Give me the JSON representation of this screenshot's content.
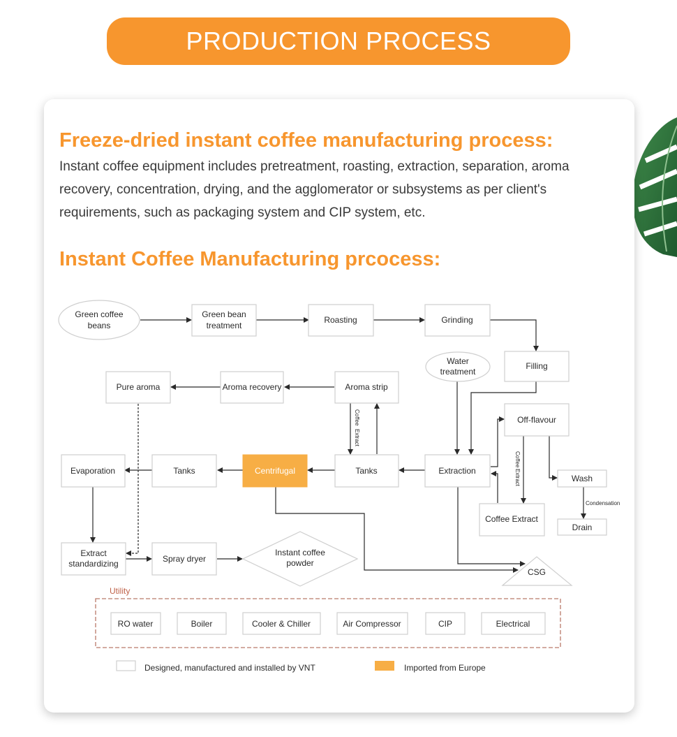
{
  "banner": {
    "title": "PRODUCTION PROCESS"
  },
  "section1": {
    "heading": "Freeze-dried instant coffee manufacturing process:",
    "description": "Instant coffee equipment includes pretreatment, roasting, extraction, separation, aroma recovery, concentration, drying, and the agglomerator or subsystems as per client's requirements, such as packaging system and CIP system, etc."
  },
  "section2": {
    "heading": "Instant Coffee Manufacturing prcocess:"
  },
  "diagram": {
    "nodes": {
      "green_coffee_beans": [
        "Green coffee",
        "beans"
      ],
      "green_bean_treatment": [
        "Green bean",
        "treatment"
      ],
      "roasting": "Roasting",
      "grinding": "Grinding",
      "water_treatment": [
        "Water",
        "treatment"
      ],
      "filling": "Filling",
      "pure_aroma": "Pure aroma",
      "aroma_recovery": "Aroma recovery",
      "aroma_strip": "Aroma strip",
      "off_flavour": "Off-flavour",
      "evaporation": "Evaporation",
      "tanks_left": "Tanks",
      "centrifugal": "Centrifugal",
      "tanks_mid": "Tanks",
      "extraction": "Extraction",
      "wash": "Wash",
      "coffee_extract": "Coffee Extract",
      "drain": "Drain",
      "extract_standardizing": [
        "Extract",
        "standardizing"
      ],
      "spray_dryer": "Spray dryer",
      "instant_coffee_powder": [
        "Instant coffee",
        "powder"
      ],
      "csg": "CSG"
    },
    "edge_labels": {
      "coffee_extract_1": [
        "Coffee",
        "Extract"
      ],
      "coffee_extract_2": [
        "Coffee",
        "Extract"
      ],
      "condensation": "Condensation"
    },
    "utility": {
      "label": "Utility",
      "items": [
        "RO water",
        "Boiler",
        "Cooler & Chiller",
        "Air Compressor",
        "CIP",
        "Electrical"
      ]
    },
    "legend": {
      "vnt": "Designed, manufactured and installed by VNT",
      "europe": "Imported from Europe"
    },
    "colors": {
      "accent": "#f7962e",
      "box_border": "#cfcfcf",
      "arrow": "#2a2a2a",
      "utility_border": "#b97a6a",
      "imported": "#f7ae45"
    }
  }
}
